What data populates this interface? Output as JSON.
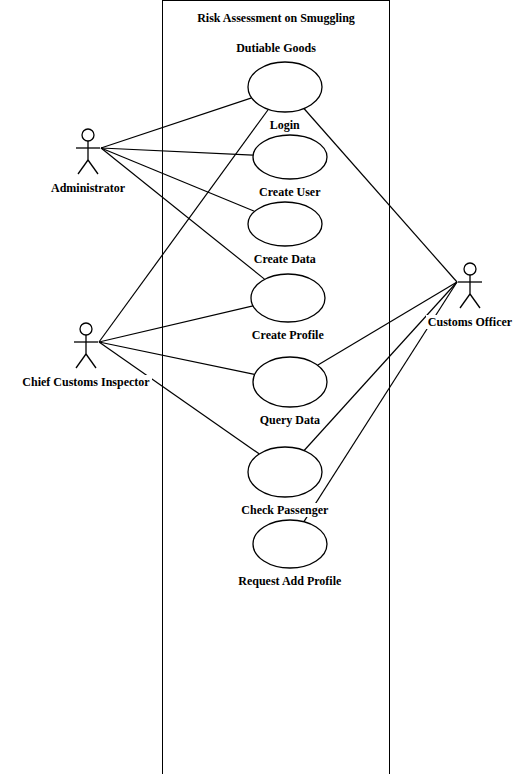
{
  "diagram": {
    "nodes": [
      {
        "text": [
          "Risk Assessment on Smuggling Dutiable Goods"
        ]
      },
      {
        "text": [
          "Login"
        ],
        "in": 0
      },
      {
        "text": [
          "Create User"
        ],
        "in": 0
      },
      {
        "text": [
          "Create Data"
        ],
        "in": 0
      },
      {
        "text": [
          "Create Profile"
        ],
        "in": 0
      },
      {
        "text": [
          "Query Data"
        ],
        "in": 0
      },
      {
        "text": [
          "Check Passenger"
        ],
        "in": 0
      },
      {
        "text": [
          "Request Add Profile"
        ],
        "in": 0
      },
      {
        "text": [
          "Administrator"
        ]
      },
      {
        "text": [
          "Chief Customs Inspector"
        ]
      },
      {
        "text": [
          "Customs Officer"
        ]
      }
    ],
    "edges": [
      {
        "from": 8,
        "to": 1,
        "arrow": "none"
      },
      {
        "from": 8,
        "to": 2,
        "arrow": "none"
      },
      {
        "from": 8,
        "to": 3,
        "arrow": "none"
      },
      {
        "from": 8,
        "to": 4,
        "arrow": "none"
      },
      {
        "from": 9,
        "to": 1,
        "arrow": "none"
      },
      {
        "from": 9,
        "to": 4,
        "arrow": "none"
      },
      {
        "from": 9,
        "to": 5,
        "arrow": "none"
      },
      {
        "from": 9,
        "to": 6,
        "arrow": "none"
      },
      {
        "from": 10,
        "to": 1,
        "arrow": "none"
      },
      {
        "from": 10,
        "to": 5,
        "arrow": "none"
      },
      {
        "from": 10,
        "to": 6,
        "arrow": "none"
      },
      {
        "from": 10,
        "to": 7,
        "arrow": "none"
      }
    ]
  }
}
